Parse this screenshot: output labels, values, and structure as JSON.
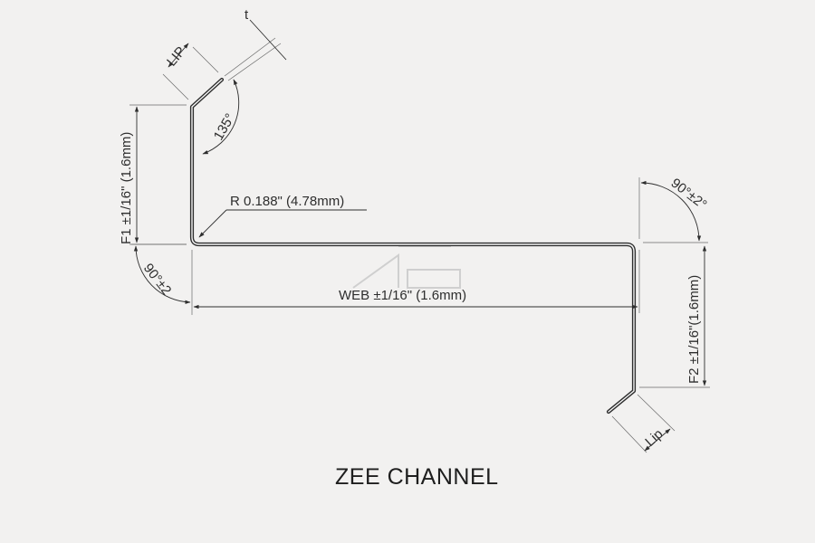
{
  "diagram": {
    "title": "ZEE CHANNEL",
    "labels": {
      "lip_top": "LIP",
      "thickness": "t",
      "angle_top": "135°",
      "f1": "F1 ±1/16\" (1.6mm)",
      "radius": "R 0.188\" (4.78mm)",
      "angle_bottom_left": "90°±2",
      "web": "WEB ±1/16\" (1.6mm)",
      "angle_top_right": "90°±2°",
      "f2": "F2 ±1/16\"(1.6mm)",
      "lip_bottom": "Lip"
    }
  }
}
